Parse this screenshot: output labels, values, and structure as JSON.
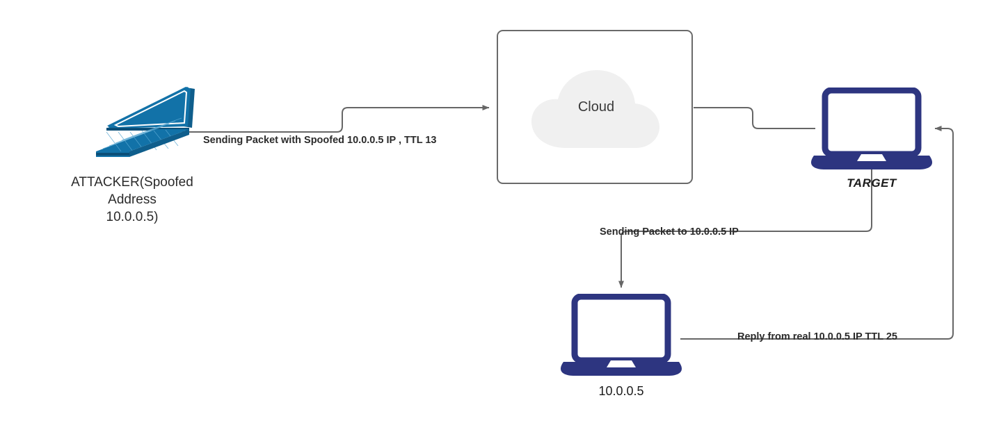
{
  "diagram": {
    "title": "IP Spoofing TTL Analysis Network Diagram",
    "background": "#ffffff",
    "colors": {
      "attacker_teal": "#1272a8",
      "attacker_teal_dark": "#0f5e8c",
      "attacker_teal_light": "#2f8ec2",
      "laptop_navy": "#2d3580",
      "wire_gray": "#666666",
      "box_border": "#6a6a6a",
      "cloud_fill": "#f0f0f0",
      "text_dark": "#2b2b2b"
    },
    "nodes": [
      {
        "id": "attacker",
        "icon": "laptop-isometric-icon",
        "label": "ATTACKER(Spoofed\nAddress\n10.0.0.5)"
      },
      {
        "id": "cloud",
        "icon": "cloud-icon",
        "label": "Cloud"
      },
      {
        "id": "target",
        "icon": "laptop-icon",
        "label": "TARGET"
      },
      {
        "id": "victim",
        "icon": "laptop-icon",
        "label": "10.0.0.5"
      }
    ],
    "edges": [
      {
        "id": "attacker-to-cloud",
        "label": "Sending Packet with Spoofed 10.0.0.5 IP , TTL 13",
        "from": "attacker",
        "to": "cloud",
        "arrow": "end"
      },
      {
        "id": "cloud-to-target",
        "label": "",
        "from": "cloud",
        "to": "target",
        "arrow": "none"
      },
      {
        "id": "target-to-victim",
        "label": "Sending Packet to 10.0.0.5 IP",
        "from": "target",
        "to": "victim",
        "arrow": "end"
      },
      {
        "id": "victim-to-target",
        "label": "Reply from real 10.0.0.5 IP TTL 25",
        "from": "victim",
        "to": "target",
        "arrow": "end"
      }
    ]
  }
}
